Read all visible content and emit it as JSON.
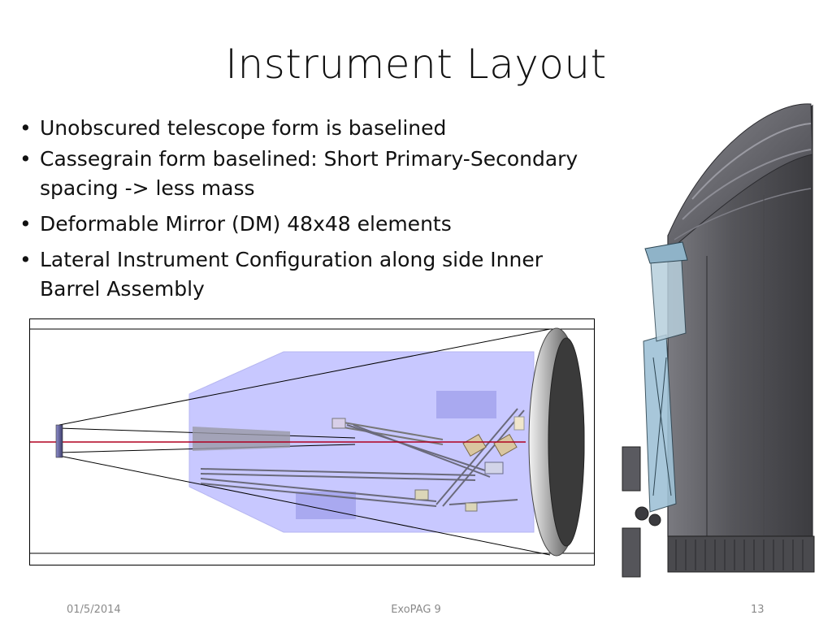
{
  "slide": {
    "title": "Instrument  Layout",
    "bullet_marker": "•",
    "bullets": [
      "Unobscured telescope form is baselined",
      "Cassegrain form baselined: Short Primary-Secondary spacing -> less mass",
      "Deformable Mirror (DM) 48x48 elements",
      "Lateral Instrument Configuration along side Inner Barrel Assembly"
    ]
  },
  "footer": {
    "date": "01/5/2014",
    "center": "ExoPAG 9",
    "page": "13"
  },
  "colors": {
    "instrument_bay": "#c8c8ff",
    "beam_line": "#b00020",
    "telescope_body": "#5a5a5e",
    "accent_panel": "#9fc2d6"
  }
}
